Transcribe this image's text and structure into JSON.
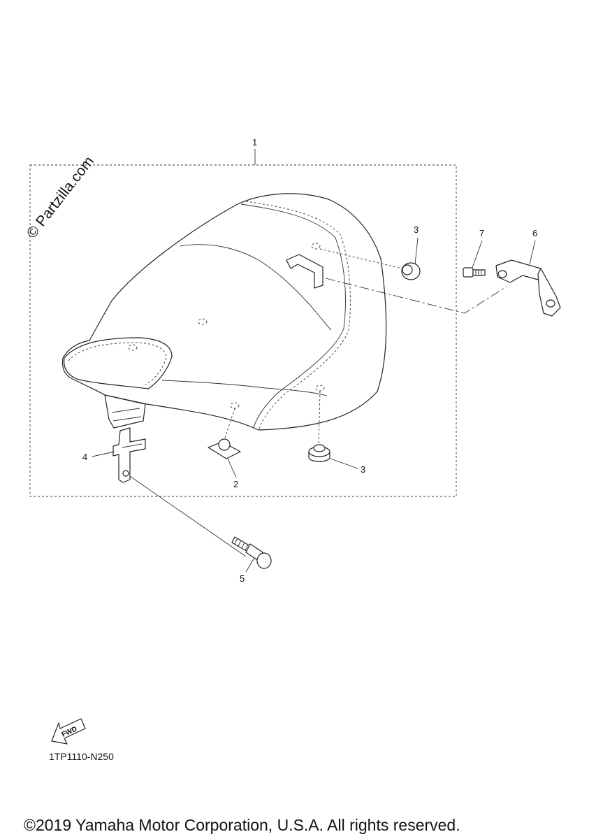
{
  "watermark": "© Partzilla.com",
  "callouts": {
    "seat": "1",
    "nut": "2",
    "damper_upper": "3",
    "damper_lower": "3",
    "bracket_front": "4",
    "bolt_front": "5",
    "bracket_rear": "6",
    "bolt_rear": "7"
  },
  "fwd_label": "FWD",
  "diagram_code": "1TP1110-N250",
  "copyright": "©2019 Yamaha Motor Corporation, U.S.A. All rights reserved."
}
